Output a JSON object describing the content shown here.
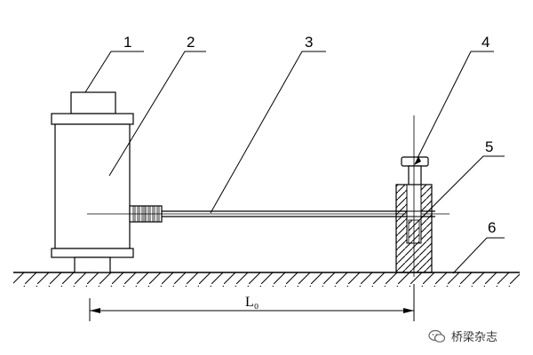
{
  "labels": {
    "n1": "1",
    "n2": "2",
    "n3": "3",
    "n4": "4",
    "n5": "5",
    "n6": "6"
  },
  "dimension": {
    "text": "L₀"
  },
  "watermark": {
    "text": "桥梁杂志",
    "icon": "wechat-icon"
  },
  "colors": {
    "line": "#000000",
    "background": "#ffffff"
  }
}
